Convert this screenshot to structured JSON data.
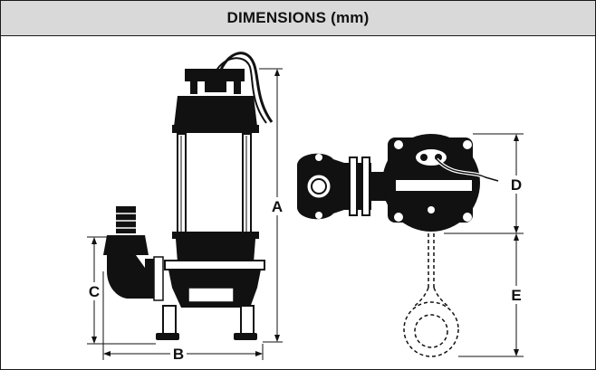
{
  "header": {
    "title": "DIMENSIONS (mm)"
  },
  "dimensions": {
    "a": "A",
    "b": "B",
    "c": "C",
    "d": "D",
    "e": "E"
  },
  "colors": {
    "header_bg": "#d9d9d9",
    "ink": "#111111"
  }
}
